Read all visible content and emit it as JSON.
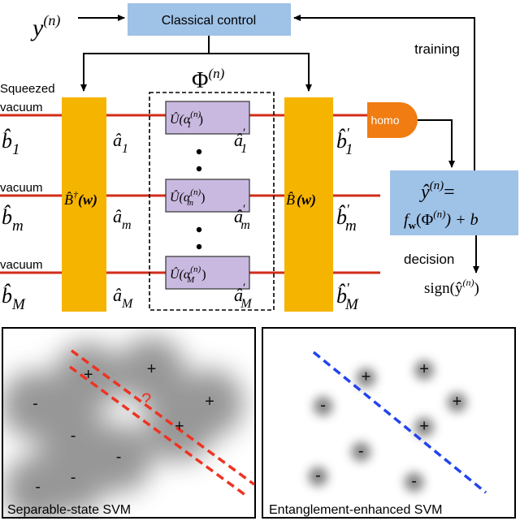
{
  "diagram": {
    "input_label": {
      "base": "y",
      "sup": "(n)"
    },
    "control_box": "Classical control",
    "training_label": "training",
    "phi_label": {
      "base": "Φ",
      "sup": "(n)"
    },
    "mode_labels": [
      {
        "top": "Squeezed",
        "bottom": "vacuum"
      },
      {
        "top": "",
        "bottom": "vacuum"
      },
      {
        "top": "",
        "bottom": "vacuum"
      }
    ],
    "input_modes": [
      {
        "base": "b̂",
        "sub": "1"
      },
      {
        "base": "b̂",
        "sub": "m"
      },
      {
        "base": "b̂",
        "sub": "M"
      }
    ],
    "mid_modes": [
      {
        "base": "â",
        "sub": "1"
      },
      {
        "base": "â",
        "sub": "m"
      },
      {
        "base": "â",
        "sub": "M"
      }
    ],
    "mid_modes_prime": [
      {
        "base": "â",
        "sup": "′",
        "sub": "1"
      },
      {
        "base": "â",
        "sup": "′",
        "sub": "m"
      },
      {
        "base": "â",
        "sup": "′",
        "sub": "M"
      }
    ],
    "output_modes": [
      {
        "base": "b̂",
        "sup": "′",
        "sub": "1"
      },
      {
        "base": "b̂",
        "sup": "′",
        "sub": "m"
      },
      {
        "base": "b̂",
        "sup": "′",
        "sub": "M"
      }
    ],
    "unitaries": [
      {
        "base": "Û(α",
        "sub": "1",
        "sup": "(n)",
        "tail": ")"
      },
      {
        "base": "Û(α",
        "sub": "m",
        "sup": "(n)",
        "tail": ")"
      },
      {
        "base": "Û(α",
        "sub": "M",
        "sup": "(n)",
        "tail": ")"
      }
    ],
    "bs_left": {
      "base": "B̂",
      "sup": "†",
      "arg": "(w)"
    },
    "bs_right": {
      "base": "B̂",
      "arg": "(w)"
    },
    "homo_label": "homo",
    "output_box": {
      "line1_base": "ŷ",
      "line1_sup": "(n)",
      "line1_tail": "=",
      "line2_f": "f",
      "line2_sub": "w",
      "line2_arg": "(Φ",
      "line2_sup": "(n)",
      "line2_tail": ") + b"
    },
    "decision_label": "decision",
    "sign_label": {
      "text": "sign(ŷ",
      "sup": "(n)",
      "tail": ")"
    }
  },
  "panels": [
    {
      "caption": "Separable-state SVM",
      "question_mark": "?",
      "symbols": [
        {
          "s": "+",
          "u": 0.34,
          "v": 0.24
        },
        {
          "s": "+",
          "u": 0.59,
          "v": 0.21
        },
        {
          "s": "+",
          "u": 0.82,
          "v": 0.38
        },
        {
          "s": "+",
          "u": 0.7,
          "v": 0.51
        },
        {
          "s": "-",
          "u": 0.13,
          "v": 0.39
        },
        {
          "s": "-",
          "u": 0.28,
          "v": 0.56
        },
        {
          "s": "-",
          "u": 0.46,
          "v": 0.67
        },
        {
          "s": "-",
          "u": 0.28,
          "v": 0.78
        },
        {
          "s": "-",
          "u": 0.14,
          "v": 0.83
        }
      ]
    },
    {
      "caption": "Entanglement-enhanced SVM",
      "symbols": [
        {
          "s": "+",
          "u": 0.41,
          "v": 0.25
        },
        {
          "s": "+",
          "u": 0.64,
          "v": 0.21
        },
        {
          "s": "+",
          "u": 0.77,
          "v": 0.38
        },
        {
          "s": "+",
          "u": 0.64,
          "v": 0.51
        },
        {
          "s": "-",
          "u": 0.24,
          "v": 0.4
        },
        {
          "s": "-",
          "u": 0.39,
          "v": 0.64
        },
        {
          "s": "-",
          "u": 0.22,
          "v": 0.77
        },
        {
          "s": "-",
          "u": 0.6,
          "v": 0.8
        }
      ]
    }
  ],
  "colors": {
    "control_box": "#9fc2e7",
    "beam_splitter": "#f5b400",
    "unitary": "#c9b9e0",
    "wire": "#d22c1a",
    "homo": "#f07c12",
    "separable_line": "#ee3322",
    "enhanced_line": "#2244ee"
  }
}
